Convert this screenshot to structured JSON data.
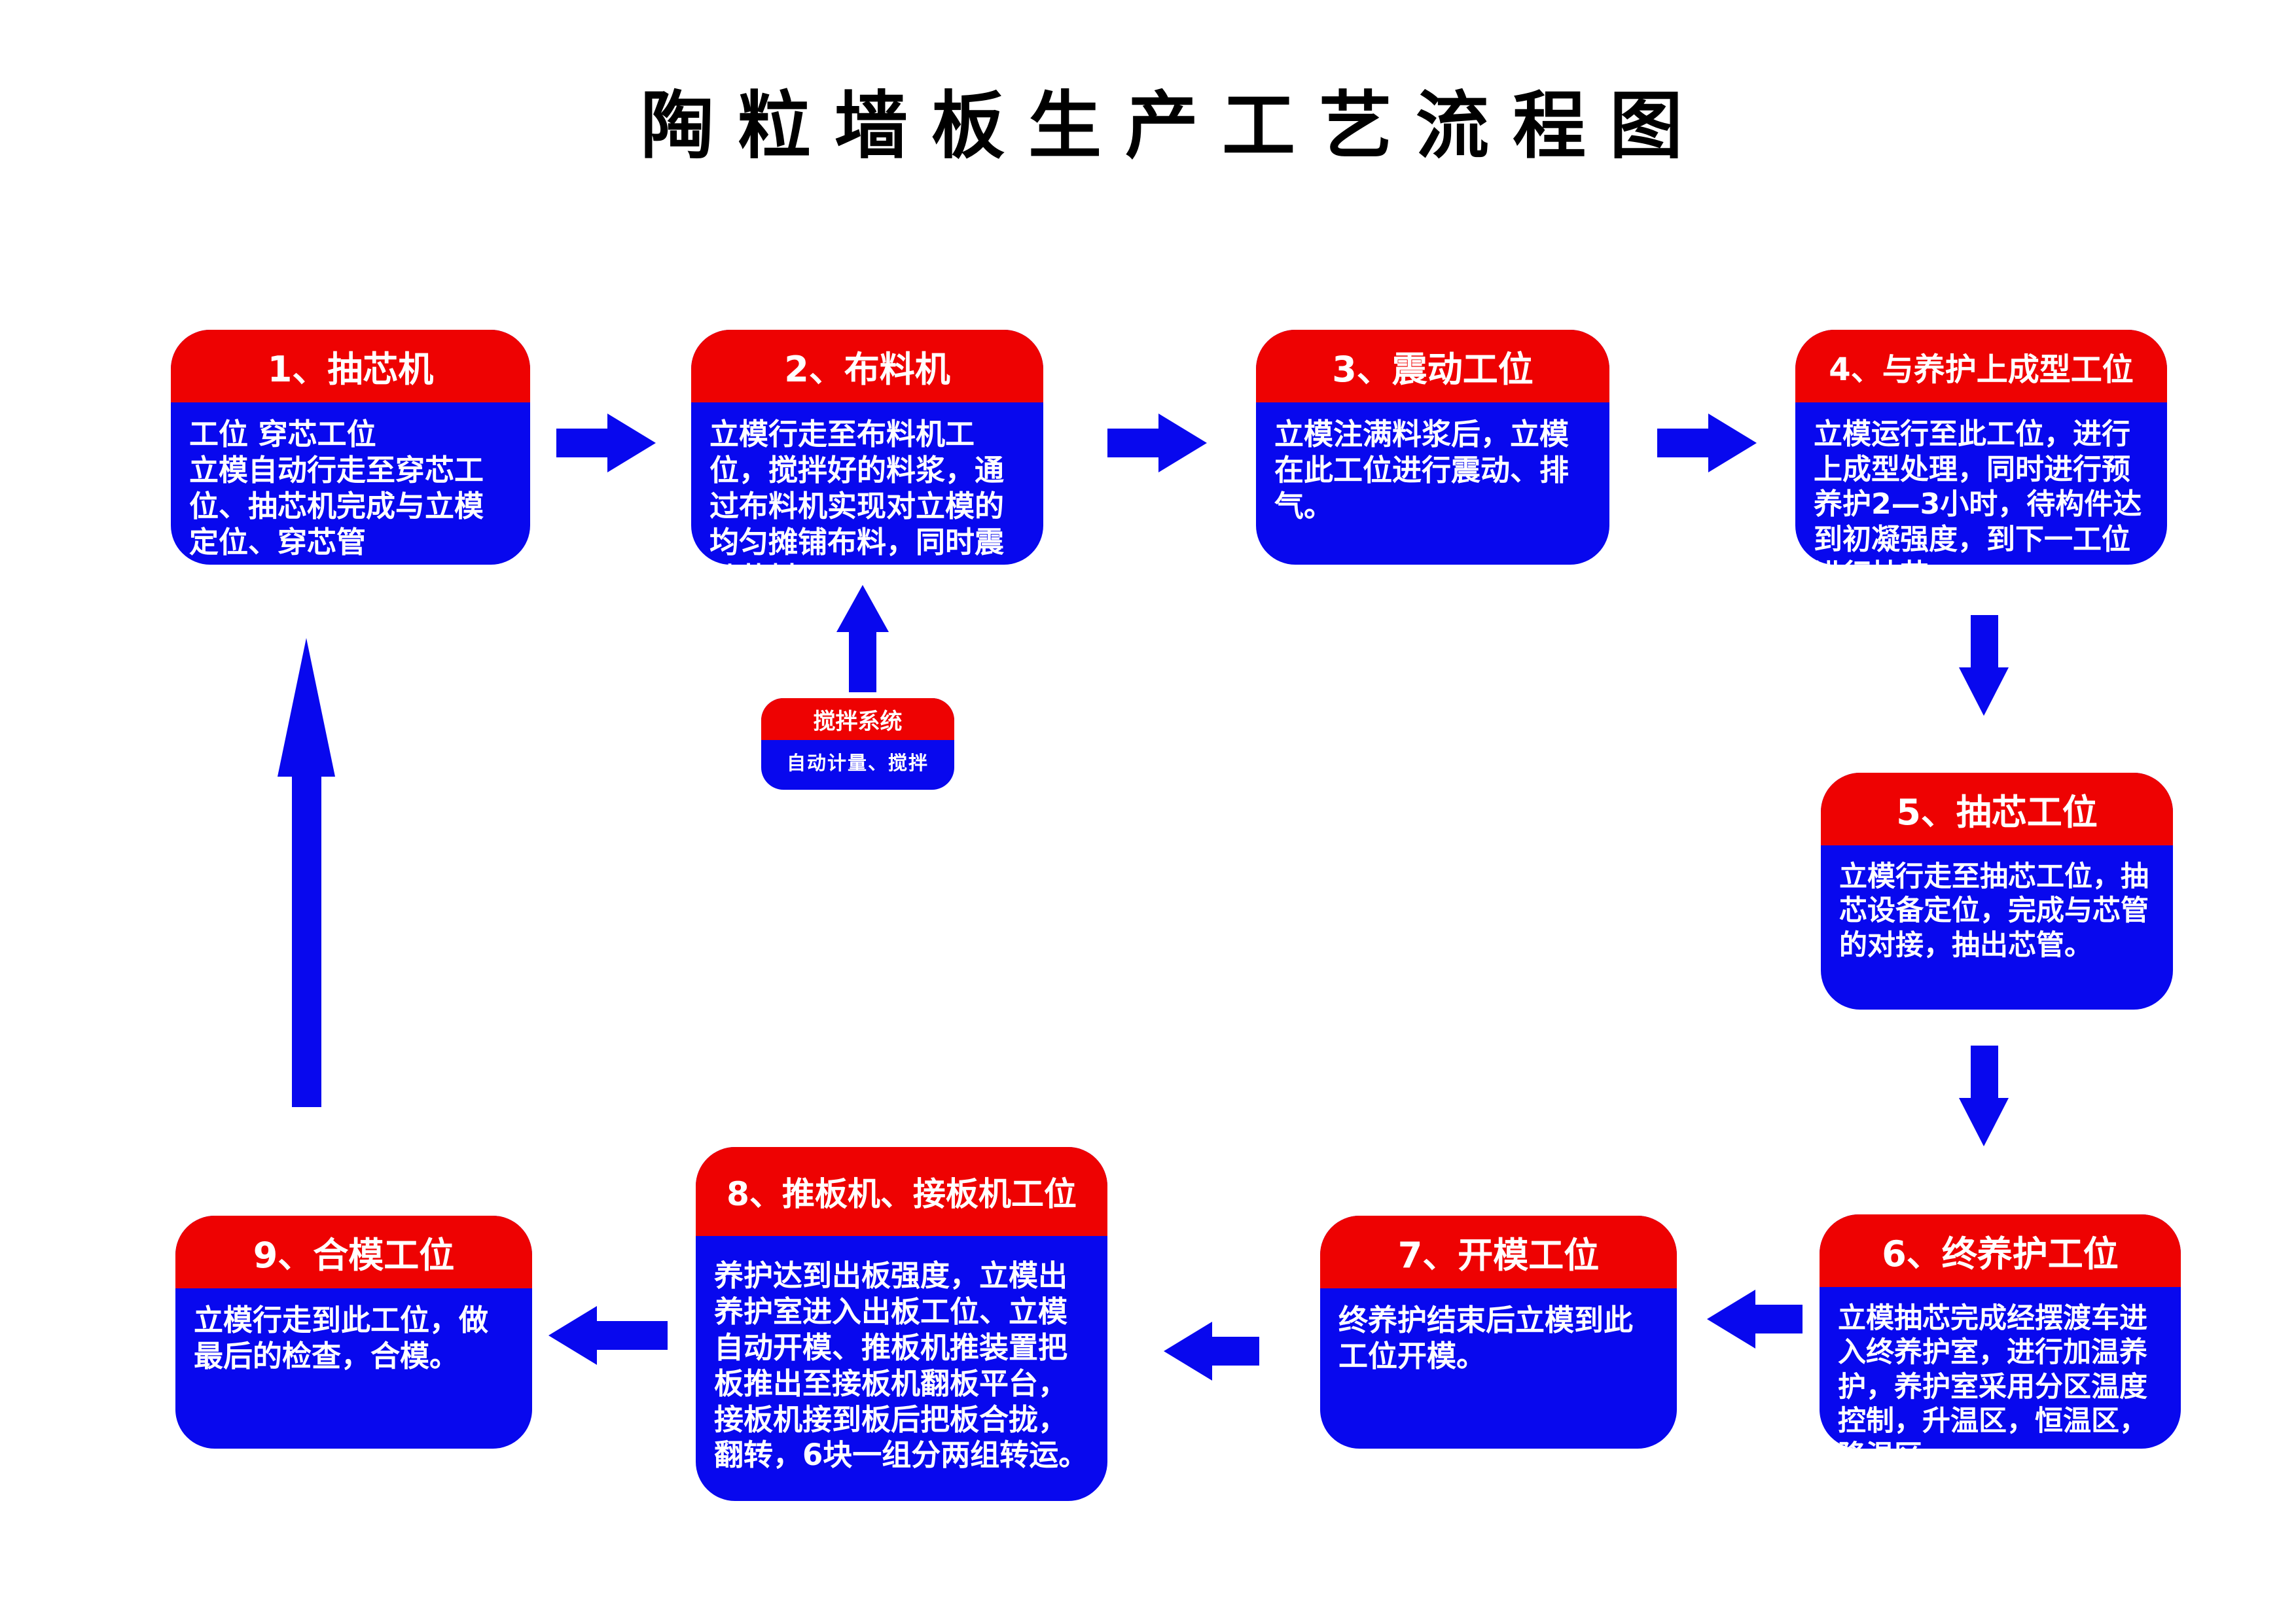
{
  "page": {
    "title": "陶粒墙板生产工艺流程图",
    "background": "#ffffff",
    "accent_red": "#ee0202",
    "accent_blue": "#0808ee",
    "text_color": "#ffffff",
    "title_color": "#000000"
  },
  "boxes": [
    {
      "id": 1,
      "title": "1、抽芯机",
      "body": "工位 穿芯工位\n立模自动行走至穿芯工位、抽芯机完成与立模定位、穿芯管"
    },
    {
      "id": 2,
      "title": "2、布料机",
      "body": "立模行走至布料机工位，搅拌好的料浆，通过布料机实现对立模的均匀摊铺布料，同时震动落料。"
    },
    {
      "id": 3,
      "title": "3、震动工位",
      "body": "立模注满料浆后，立模在此工位进行震动、排气。"
    },
    {
      "id": 4,
      "title": "4、与养护上成型工位",
      "body": "立模运行至此工位，进行上成型处理，同时进行预养护2—3小时，待构件达到初凝强度，到下一工位进行抽芯。"
    },
    {
      "id": 5,
      "title": "5、抽芯工位",
      "body": "立模行走至抽芯工位，抽芯设备定位，完成与芯管的对接，抽出芯管。"
    },
    {
      "id": 6,
      "title": "6、终养护工位",
      "body": "立模抽芯完成经摆渡车进入终养护室，进行加温养护，养护室采用分区温度控制，升温区，恒温区，降温区"
    },
    {
      "id": 7,
      "title": "7、开模工位",
      "body": "终养护结束后立模到此工位开模。"
    },
    {
      "id": 8,
      "title": "8、推板机、接板机工位",
      "body": "养护达到出板强度，立模出养护室进入出板工位、立模自动开模、推板机推装置把板推出至接板机翻板平台，接板机接到板后把板合拢，翻转，6块一组分两组转运。"
    },
    {
      "id": 9,
      "title": "9、合模工位",
      "body": "立模行走到此工位，做最后的检查，合模。"
    }
  ],
  "mixer": {
    "title": "搅拌系统",
    "body": "自动计量、搅拌"
  },
  "connections": [
    {
      "from": "1、抽芯机",
      "to": "2、布料机"
    },
    {
      "from": "2、布料机",
      "to": "3、震动工位"
    },
    {
      "from": "3、震动工位",
      "to": "4、与养护上成型工位"
    },
    {
      "from": "搅拌系统",
      "to": "2、布料机"
    },
    {
      "from": "4、与养护上成型工位",
      "to": "5、抽芯工位"
    },
    {
      "from": "5、抽芯工位",
      "to": "6、终养护工位"
    },
    {
      "from": "6、终养护工位",
      "to": "7、开模工位"
    },
    {
      "from": "7、开模工位",
      "to": "8、推板机、接板机工位"
    },
    {
      "from": "8、推板机、接板机工位",
      "to": "9、合模工位"
    },
    {
      "from": "9、合模工位",
      "to": "1、抽芯机"
    }
  ]
}
